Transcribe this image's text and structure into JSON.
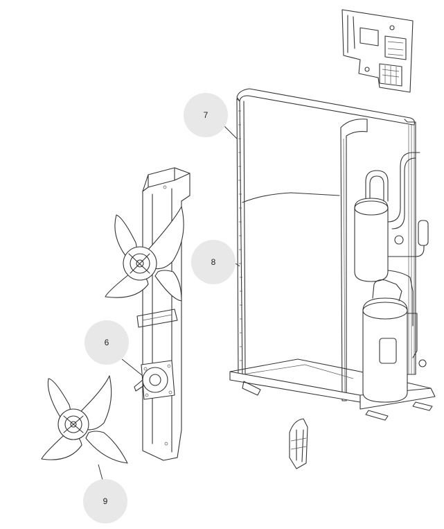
{
  "colors": {
    "callout_bg": "#e8e8e8",
    "line": "#333333"
  },
  "callouts": [
    {
      "label": "7"
    },
    {
      "label": "8"
    },
    {
      "label": "6"
    },
    {
      "label": "9"
    }
  ]
}
